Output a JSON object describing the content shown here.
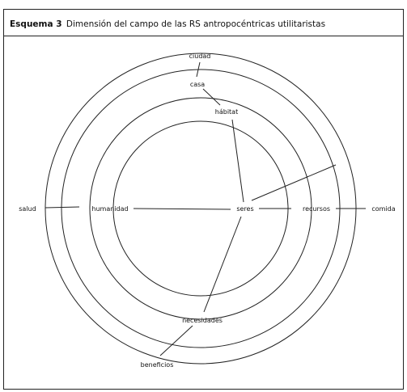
{
  "header": {
    "title_bold": "Esquema 3",
    "title_rest": "Dimensión del campo de las RS antropocéntricas utilitaristas"
  },
  "diagram": {
    "labels": {
      "ciudad": "ciudad",
      "casa": "casa",
      "habitat": "hábitat",
      "salud": "salud",
      "humanidad": "humanidad",
      "seres": "seres",
      "recursos": "recursos",
      "comida": "comida",
      "necesidades": "necesidades",
      "beneficios": "beneficios"
    }
  }
}
